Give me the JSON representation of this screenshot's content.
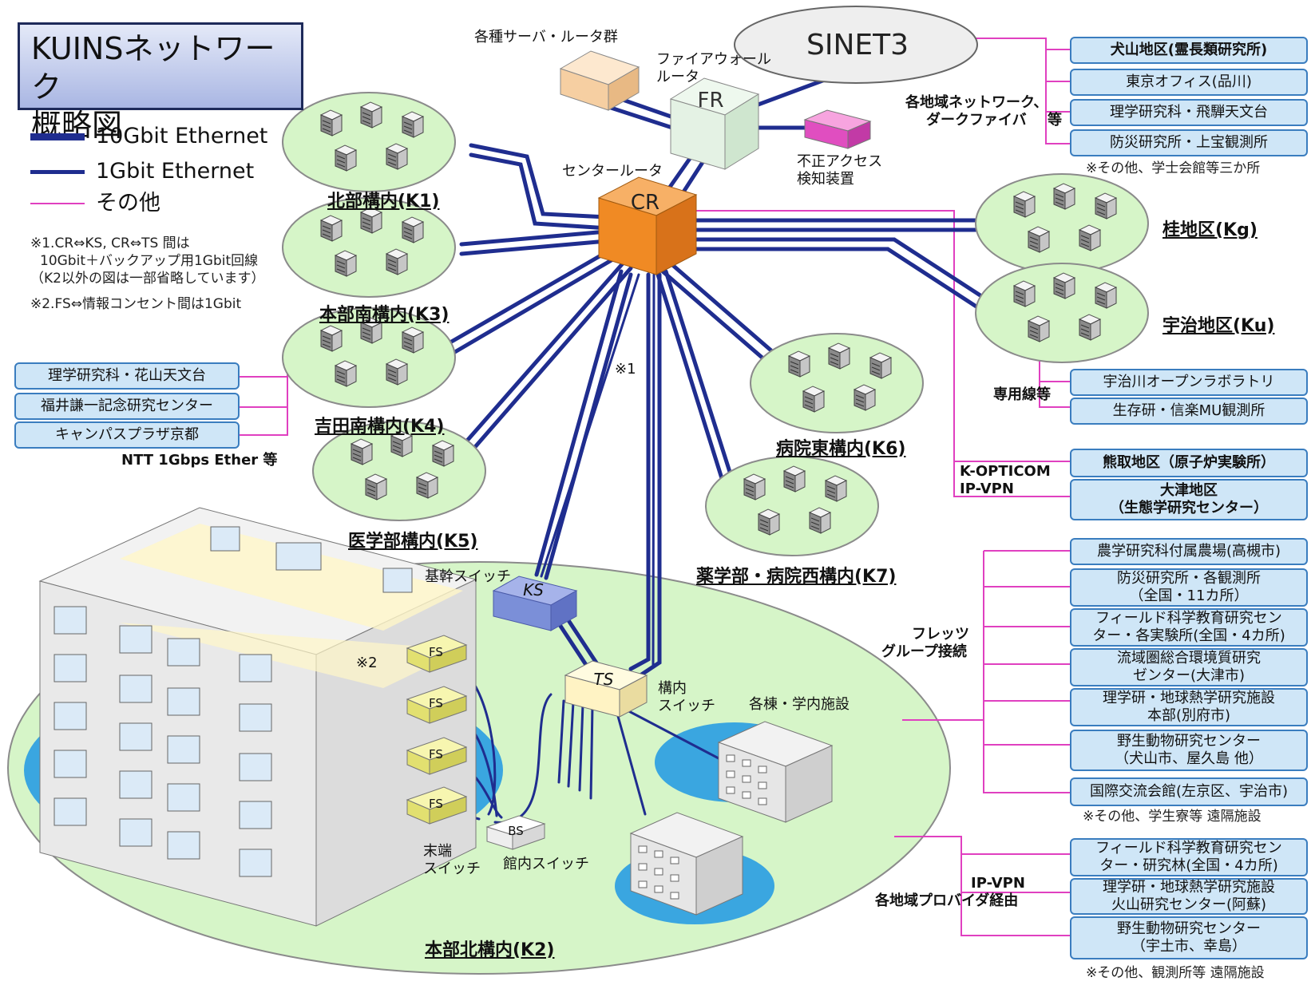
{
  "title": {
    "line1": "KUINSネットワーク",
    "line2": "概略図"
  },
  "legend": [
    {
      "label": "10Gbit Ethernet",
      "color": "#1f2d8f",
      "style": "thick"
    },
    {
      "label": "1Gbit Ethernet",
      "color": "#1f2d8f",
      "style": "thin"
    },
    {
      "label": "その他",
      "color": "#e040c0",
      "style": "thin"
    }
  ],
  "notes": {
    "n1a": "※1.CR⇔KS, CR⇔TS 間は",
    "n1b": "10Gbit＋バックアップ用1Gbit回線",
    "n1c": "（K2以外の図は一部省略しています）",
    "n2": "※2.FS⇔情報コンセント間は1Gbit"
  },
  "core": {
    "sinet": "SINET3",
    "fr": "FR",
    "fr_label": [
      "ファイアウォール",
      "ルータ"
    ],
    "servers_label": "各種サーバ・ルータ群",
    "cr": "CR",
    "cr_label": "センタールータ",
    "ids_label": [
      "不正アクセス",
      "検知装置"
    ],
    "ks": "KS",
    "ks_label": "基幹スイッチ",
    "ts": "TS",
    "ts_label": [
      "構内",
      "スイッチ"
    ],
    "bs": "BS",
    "bs_label": "館内スイッチ",
    "fs": "FS",
    "fs_label": [
      "末端",
      "スイッチ"
    ],
    "mark1": "※1",
    "mark2": "※2",
    "buildings_label": "各棟・学内施設"
  },
  "campuses": {
    "k1": "北部構内(K1)",
    "k3": "本部南構内(K3)",
    "k4": "吉田南構内(K4)",
    "k5": "医学部構内(K5)",
    "k6": "病院東構内(K6)",
    "k7": "薬学部・病院西構内(K7)",
    "kg": "桂地区(Kg)",
    "ku": "宇治地区(Ku)",
    "k2": "本部北構内(K2)"
  },
  "top_right": {
    "boxes": [
      "犬山地区(霊長類研究所)",
      "東京オフィス(品川)",
      "理学研究科・飛騨天文台",
      "防災研究所・上宝観測所"
    ],
    "label": [
      "各地域ネットワーク、",
      "ダークファイバ"
    ],
    "label_suffix": "等",
    "note": "※その他、学士会館等三か所"
  },
  "left_group": {
    "boxes": [
      "理学研究科・花山天文台",
      "福井謙一記念研究センター",
      "キャンパスプラザ京都"
    ],
    "label": "NTT 1Gbps Ether 等"
  },
  "uji_group": {
    "boxes": [
      "宇治川オープンラボラトリ",
      "生存研・信楽MU観測所"
    ],
    "label": "専用線等"
  },
  "kopti_group": {
    "boxes": [
      [
        "熊取地区（原子炉実験所）"
      ],
      [
        "大津地区",
        "（生態学研究センター）"
      ]
    ],
    "label": [
      "K-OPTICOM",
      "IP-VPN"
    ]
  },
  "flets_group": {
    "boxes": [
      [
        "農学研究科付属農場(高槻市)"
      ],
      [
        "防災研究所・各観測所",
        "（全国・11カ所）"
      ],
      [
        "フィールド科学教育研究セン",
        "ター・各実験所(全国・4カ所)"
      ],
      [
        "流域圏総合環境質研究",
        "ゼンター(大津市)"
      ],
      [
        "理学研・地球熱学研究施設",
        "本部(別府市)"
      ],
      [
        "野生動物研究センター",
        "（犬山市、屋久島 他）"
      ],
      [
        "国際交流会館(左京区、宇治市)"
      ]
    ],
    "label": [
      "フレッツ",
      "グループ接続"
    ],
    "note": "※その他、学生寮等 遠隔施設"
  },
  "ipvpn_group": {
    "boxes": [
      [
        "フィールド科学教育研究セン",
        "ター・研究林(全国・4カ所)"
      ],
      [
        "理学研・地球熱学研究施設",
        "火山研究センター(阿蘇)"
      ],
      [
        "野生動物研究センター",
        "（宇土市、幸島）"
      ]
    ],
    "label": [
      "IP-VPN",
      "各地域プロバイダ経由"
    ],
    "note": "※その他、観測所等 遠隔施設"
  },
  "colors": {
    "link": "#1f2d8f",
    "other": "#e040c0",
    "campus_fill": "#d6f5c8",
    "water": "#3aa6e0",
    "cr": "#f08a24",
    "ks": "#7b8fd8",
    "ts": "#fff3c4",
    "fs": "#f1f08a",
    "box_fill": "#cfe6f7",
    "box_border": "#3a7dbf"
  }
}
